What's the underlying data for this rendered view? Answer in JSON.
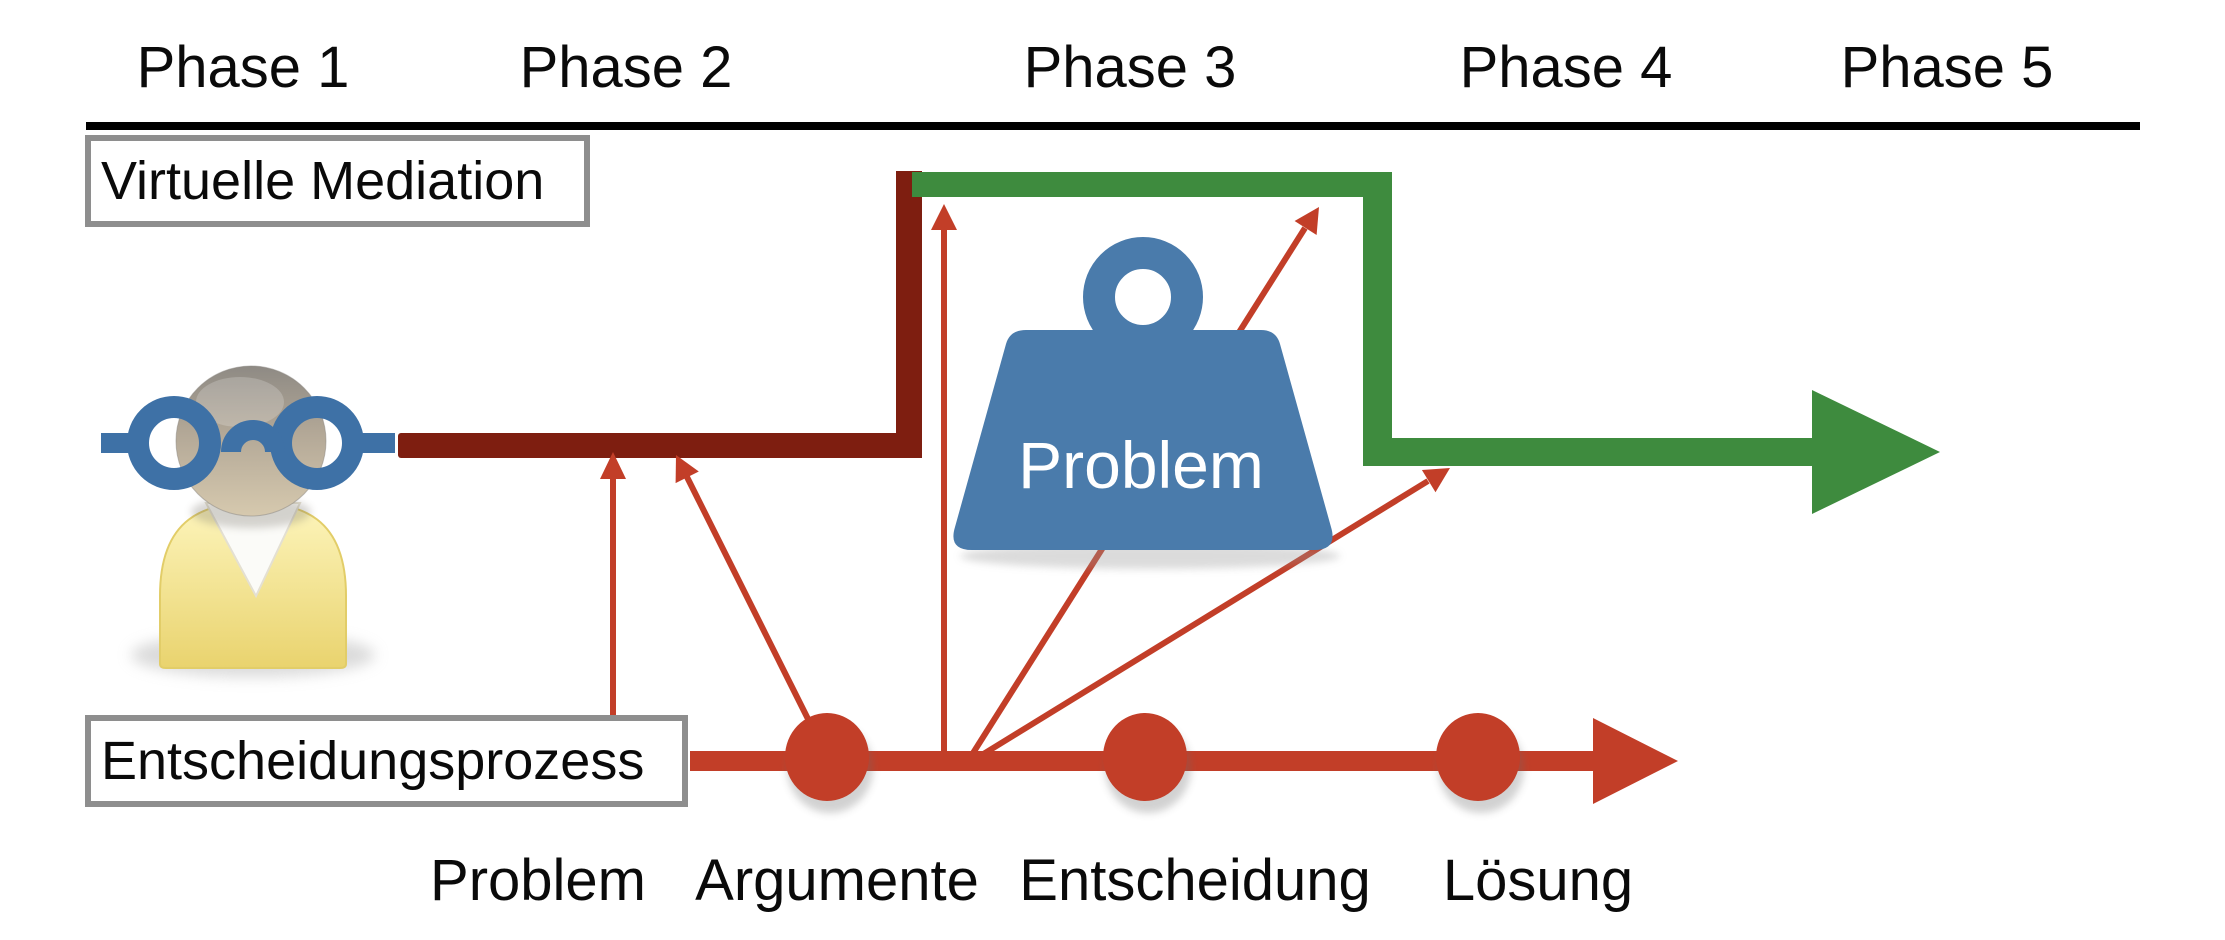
{
  "phases": [
    "Phase 1",
    "Phase 2",
    "Phase 3",
    "Phase 4",
    "Phase 5"
  ],
  "swimlanes": {
    "virtual_mediation_label": "Virtuelle Mediation",
    "decision_process_label": "Entscheidungsprozess"
  },
  "problem_weight_label": "Problem",
  "decision_steps": [
    "Problem",
    "Argumente",
    "Entscheidung",
    "Lösung"
  ],
  "colors": {
    "maroon_path": "#7E1E10",
    "green_path": "#3E8B3E",
    "red_process": "#C23E28",
    "weight_blue": "#4A7BAB",
    "glasses_blue": "#3E71A6",
    "box_border_gray": "#8E8E8E",
    "divider_black": "#000000",
    "person_body_yellow": "#F3E285",
    "person_head_gray": "#B3A897"
  },
  "icons": {
    "mediator_person": "person-with-glasses-icon",
    "problem_weight": "weight-icon"
  }
}
